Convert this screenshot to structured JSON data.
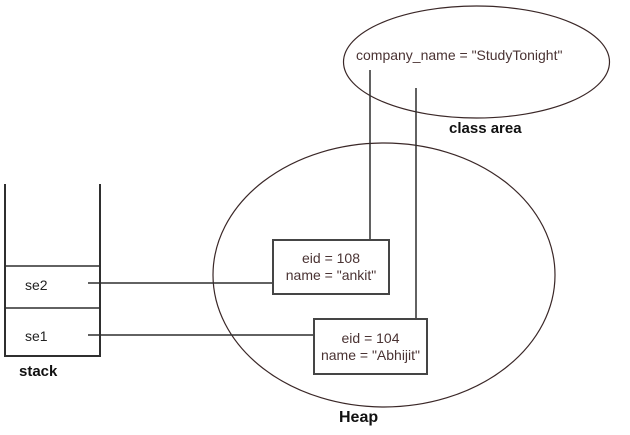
{
  "colors": {
    "background": "#ffffff",
    "ellipse_outline": "#3a2727",
    "line": "#2f2f2f",
    "box_border": "#454545",
    "text": "#4a3333",
    "label": "#111111"
  },
  "class_area": {
    "field": "company_name = \"StudyTonight\"",
    "label": "class area"
  },
  "stack": {
    "label": "stack",
    "cells": [
      {
        "name": "se2"
      },
      {
        "name": "se1"
      }
    ]
  },
  "heap": {
    "label": "Heap",
    "objects": [
      {
        "eid": "eid = 108",
        "name": "name = \"ankit\""
      },
      {
        "eid": "eid = 104",
        "name": "name = \"Abhijit\""
      }
    ]
  }
}
